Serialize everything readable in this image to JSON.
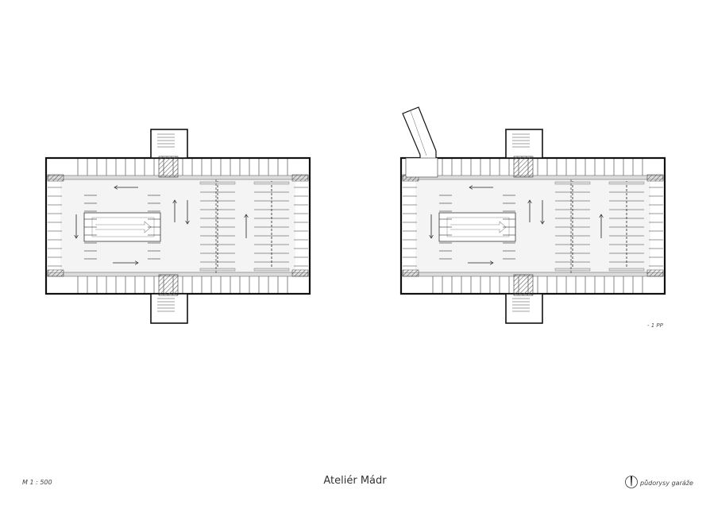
{
  "labels": {
    "scale": "M 1 : 500",
    "studio": "Ateliér Mádr",
    "sheet_title": "půdorysy garáže",
    "level": "- 1 PP"
  },
  "plans": [
    {
      "id": "plan-left",
      "has_ramp": false
    },
    {
      "id": "plan-right",
      "has_ramp": true
    }
  ],
  "icons": {
    "north": "north-arrow-icon"
  },
  "colors": {
    "line": "#111111",
    "slab": "#dcdcdc",
    "hatch": "#555555",
    "floor": "#f4f4f4"
  }
}
